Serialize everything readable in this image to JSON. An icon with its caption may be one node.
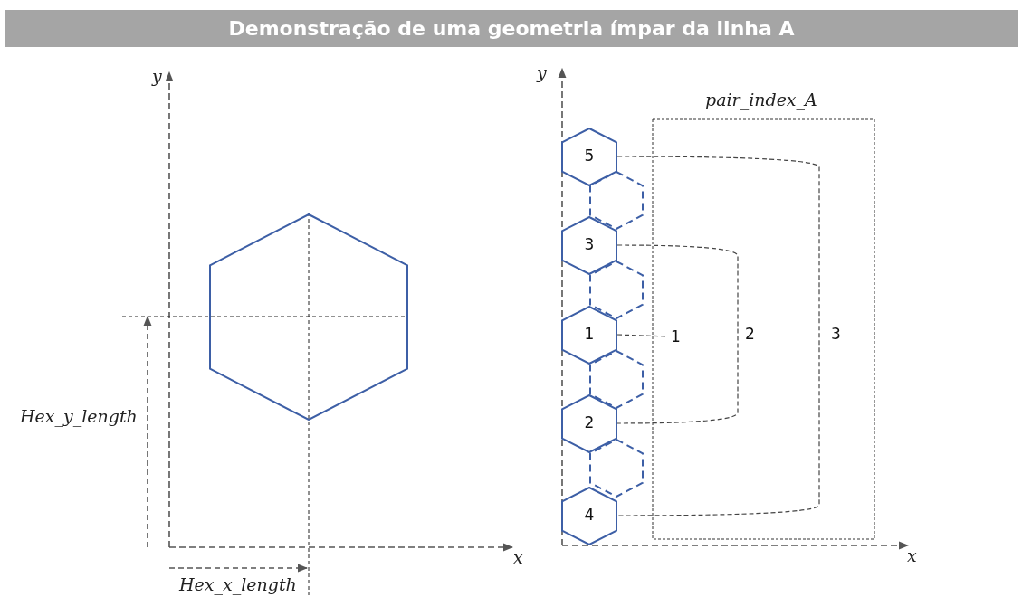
{
  "diagram": {
    "title": "Demonstração de uma geometria ímpar da linha A",
    "nodes": [
      {
        "text": [],
        "shape": "hexagon"
      },
      {
        "text": [
          "5"
        ]
      },
      {
        "text": [],
        "shape": "hexagon"
      },
      {
        "text": [
          "3"
        ]
      },
      {
        "text": [],
        "shape": "hexagon"
      },
      {
        "text": [
          "1"
        ]
      },
      {
        "text": [],
        "shape": "hexagon"
      },
      {
        "text": [
          "2"
        ]
      },
      {
        "text": [],
        "shape": "hexagon"
      },
      {
        "text": [
          "4"
        ]
      }
    ],
    "edges": [
      {
        "from": 5,
        "to": null,
        "arrow": "none",
        "label": "1",
        "style": "dashed"
      },
      {
        "from": 3,
        "to": 7,
        "arrow": "none",
        "label": "2",
        "style": "dashed"
      },
      {
        "from": 1,
        "to": 9,
        "arrow": "none",
        "label": "3",
        "style": "dashed"
      }
    ],
    "labels": [
      "y",
      "x",
      "Hex_y_length",
      "Hex_x_length",
      "y",
      "x",
      "pair_index_A"
    ]
  }
}
